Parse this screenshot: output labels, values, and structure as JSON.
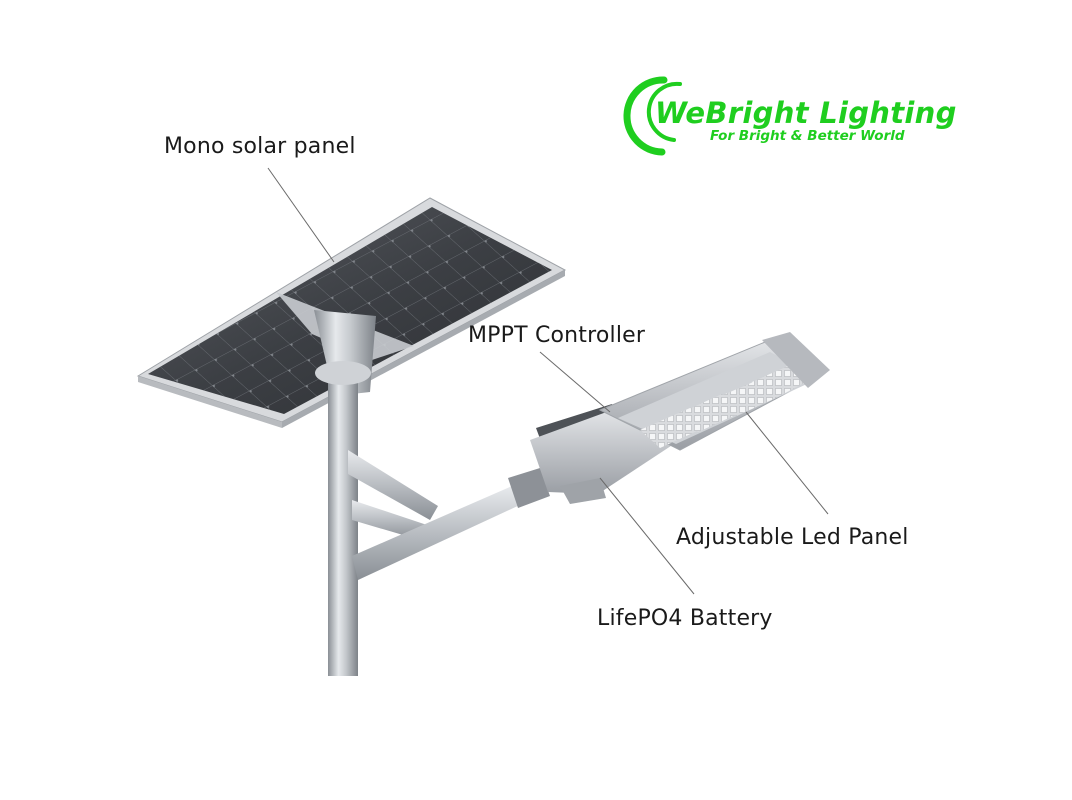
{
  "logo": {
    "brand": "WeBright Lighting",
    "tagline": "For Bright & Better World",
    "color": "#1fce1f"
  },
  "labels": {
    "solar_panel": "Mono solar panel",
    "controller": "MPPT Controller",
    "led_panel": "Adjustable Led Panel",
    "battery": "LifePO4 Battery"
  }
}
